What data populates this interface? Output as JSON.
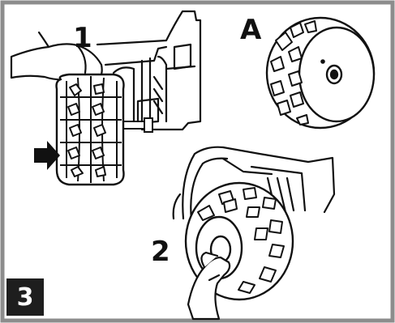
{
  "figure": {
    "step_number": "3",
    "panel_1_label": "1",
    "panel_a_label": "A",
    "panel_2_label": "2",
    "frame_color": "#8c8c8c",
    "line_color": "#111111"
  }
}
